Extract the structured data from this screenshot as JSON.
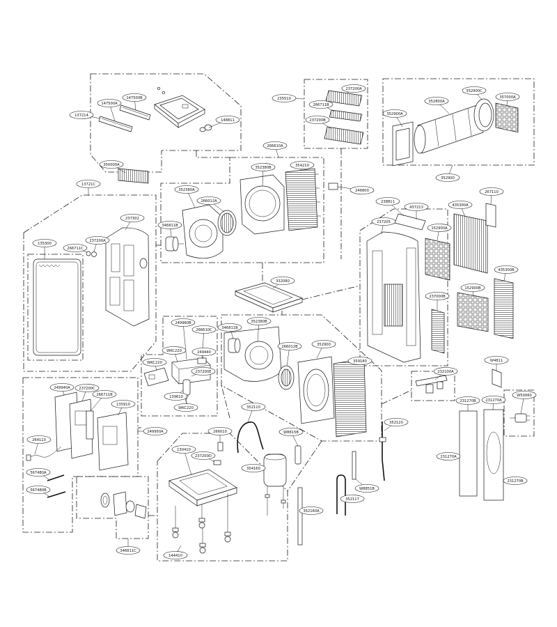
{
  "diagram": {
    "callouts": [
      "137214",
      "147500A",
      "147500B",
      "148811",
      "350000A",
      "235510",
      "237200A",
      "266711B",
      "237200B",
      "352900A",
      "352800A",
      "352900C",
      "357000A",
      "352900",
      "266610A",
      "352380B",
      "354210",
      "352380A",
      "13721C",
      "266012A",
      "346811B",
      "237302",
      "246800",
      "238811",
      "437213",
      "237205",
      "152900A",
      "435300A",
      "267110",
      "135300",
      "266711C",
      "237200A",
      "332080",
      "237000B",
      "152900B",
      "435300B",
      "249960B",
      "266610C",
      "346811B",
      "352380B",
      "266012B",
      "352900",
      "359180",
      "WKC220",
      "249440",
      "WKC220",
      "237200E",
      "139610",
      "WKC220",
      "232100A",
      "W4811",
      "249940A",
      "237200C",
      "266711B",
      "135910",
      "249950A",
      "264110",
      "567480A",
      "567480B",
      "266010",
      "352110",
      "W8815B",
      "352120",
      "231270B",
      "231270A",
      "W50060",
      "231270A",
      "231270B",
      "130410",
      "237200D",
      "354160",
      "W8851B",
      "352117",
      "352160A",
      "346811C",
      "144410"
    ]
  }
}
